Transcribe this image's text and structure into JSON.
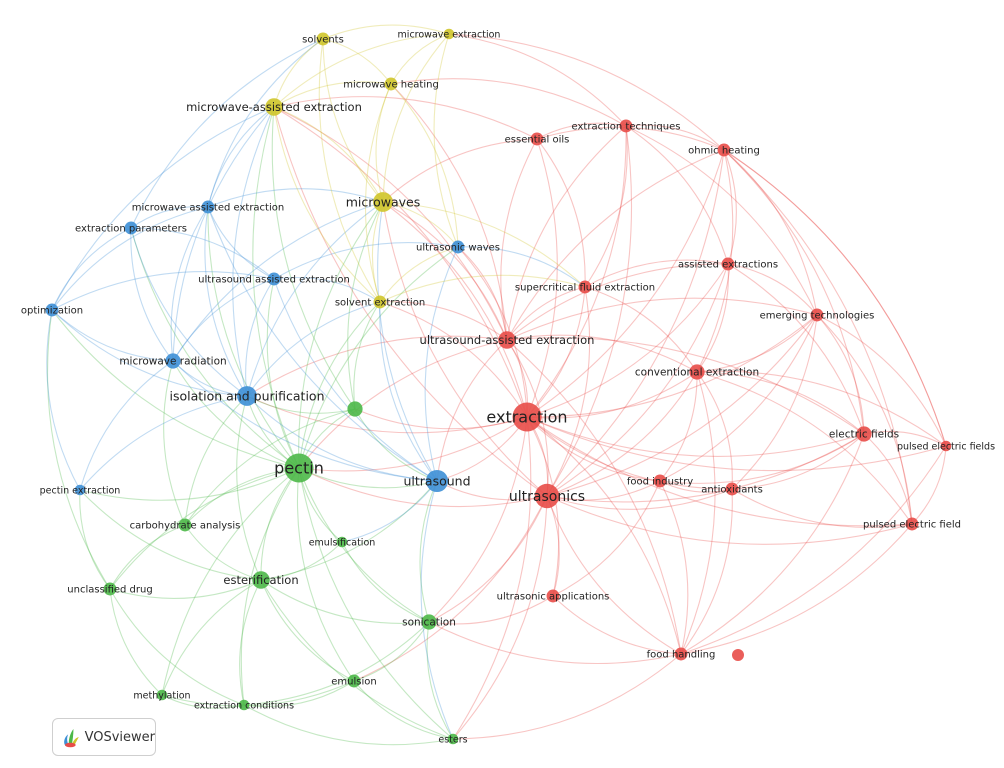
{
  "colors": {
    "red": "#e84c48",
    "green": "#4cb848",
    "blue": "#3d8fd6",
    "yellow": "#cfc52a"
  },
  "logo": {
    "text": "VOSviewer"
  },
  "nodes": [
    {
      "id": "extraction",
      "label": "extraction",
      "cluster": "red",
      "weight": 10
    },
    {
      "id": "ultrasonics",
      "label": "ultrasonics",
      "cluster": "red",
      "weight": 8
    },
    {
      "id": "uae",
      "label": "ultrasound-assisted extraction",
      "cluster": "red",
      "weight": 5
    },
    {
      "id": "conv",
      "label": "conventional extraction",
      "cluster": "red",
      "weight": 4
    },
    {
      "id": "efields",
      "label": "electric fields",
      "cluster": "red",
      "weight": 4
    },
    {
      "id": "pefields",
      "label": "pulsed electric fields",
      "cluster": "red",
      "weight": 2
    },
    {
      "id": "pefield",
      "label": "pulsed electric field",
      "cluster": "red",
      "weight": 3
    },
    {
      "id": "emerg",
      "label": "emerging technologies",
      "cluster": "red",
      "weight": 3
    },
    {
      "id": "assisted",
      "label": "assisted extractions",
      "cluster": "red",
      "weight": 3
    },
    {
      "id": "scfe",
      "label": "supercritical fluid extraction",
      "cluster": "red",
      "weight": 3
    },
    {
      "id": "ohmic",
      "label": "ohmic heating",
      "cluster": "red",
      "weight": 3
    },
    {
      "id": "exttech",
      "label": "extraction techniques",
      "cluster": "red",
      "weight": 3
    },
    {
      "id": "essoils",
      "label": "essential oils",
      "cluster": "red",
      "weight": 3
    },
    {
      "id": "foodind",
      "label": "food industry",
      "cluster": "red",
      "weight": 3
    },
    {
      "id": "antiox",
      "label": "antioxidants",
      "cluster": "red",
      "weight": 3
    },
    {
      "id": "ultapp",
      "label": "ultrasonic applications",
      "cluster": "red",
      "weight": 3
    },
    {
      "id": "foodhand",
      "label": "food handling",
      "cluster": "red",
      "weight": 3
    },
    {
      "id": "pectin",
      "label": "pectin",
      "cluster": "green",
      "weight": 10
    },
    {
      "id": "esterif",
      "label": "esterification",
      "cluster": "green",
      "weight": 5
    },
    {
      "id": "carbo",
      "label": "carbohydrate analysis",
      "cluster": "green",
      "weight": 3
    },
    {
      "id": "emulsif",
      "label": "emulsification",
      "cluster": "green",
      "weight": 2
    },
    {
      "id": "sonic",
      "label": "sonication",
      "cluster": "green",
      "weight": 4
    },
    {
      "id": "emulsion",
      "label": "emulsion",
      "cluster": "green",
      "weight": 3
    },
    {
      "id": "esters",
      "label": "esters",
      "cluster": "green",
      "weight": 2
    },
    {
      "id": "extcond",
      "label": "extraction conditions",
      "cluster": "green",
      "weight": 2
    },
    {
      "id": "methyl",
      "label": "methylation",
      "cluster": "green",
      "weight": 2
    },
    {
      "id": "unclass",
      "label": "unclassified drug",
      "cluster": "green",
      "weight": 3
    },
    {
      "id": "gnode",
      "label": "",
      "cluster": "green",
      "weight": 4
    },
    {
      "id": "ultrasound",
      "label": "ultrasound",
      "cluster": "blue",
      "weight": 7
    },
    {
      "id": "isopur",
      "label": "isolation and purification",
      "cluster": "blue",
      "weight": 6
    },
    {
      "id": "mwrad",
      "label": "microwave radiation",
      "cluster": "blue",
      "weight": 4
    },
    {
      "id": "optim",
      "label": "optimization",
      "cluster": "blue",
      "weight": 3
    },
    {
      "id": "extparam",
      "label": "extraction parameters",
      "cluster": "blue",
      "weight": 3
    },
    {
      "id": "mwae_b",
      "label": "microwave assisted extraction",
      "cluster": "blue",
      "weight": 3
    },
    {
      "id": "usae_b",
      "label": "ultrasound assisted extraction",
      "cluster": "blue",
      "weight": 3
    },
    {
      "id": "ultwaves",
      "label": "ultrasonic waves",
      "cluster": "blue",
      "weight": 3
    },
    {
      "id": "pectext",
      "label": "pectin extraction",
      "cluster": "blue",
      "weight": 2
    },
    {
      "id": "microwaves",
      "label": "microwaves",
      "cluster": "yellow",
      "weight": 6
    },
    {
      "id": "mwae_y",
      "label": "microwave-assisted extraction",
      "cluster": "yellow",
      "weight": 5
    },
    {
      "id": "solvents",
      "label": "solvents",
      "cluster": "yellow",
      "weight": 3
    },
    {
      "id": "mwext",
      "label": "microwave extraction",
      "cluster": "yellow",
      "weight": 2
    },
    {
      "id": "mwheat",
      "label": "microwave heating",
      "cluster": "yellow",
      "weight": 3
    },
    {
      "id": "solvext",
      "label": "solvent extraction",
      "cluster": "yellow",
      "weight": 3
    }
  ],
  "links": [
    [
      "extraction",
      "ultrasonics"
    ],
    [
      "extraction",
      "uae"
    ],
    [
      "extraction",
      "conv"
    ],
    [
      "extraction",
      "efields"
    ],
    [
      "extraction",
      "pefields"
    ],
    [
      "extraction",
      "pefield"
    ],
    [
      "extraction",
      "emerg"
    ],
    [
      "extraction",
      "assisted"
    ],
    [
      "extraction",
      "scfe"
    ],
    [
      "extraction",
      "ohmic"
    ],
    [
      "extraction",
      "exttech"
    ],
    [
      "extraction",
      "essoils"
    ],
    [
      "extraction",
      "foodind"
    ],
    [
      "extraction",
      "antiox"
    ],
    [
      "extraction",
      "ultapp"
    ],
    [
      "extraction",
      "foodhand"
    ],
    [
      "extraction",
      "pectin"
    ],
    [
      "extraction",
      "ultrasound"
    ],
    [
      "extraction",
      "isopur"
    ],
    [
      "extraction",
      "microwaves"
    ],
    [
      "extraction",
      "mwae_y"
    ],
    [
      "extraction",
      "solvext"
    ],
    [
      "extraction",
      "ultwaves"
    ],
    [
      "extraction",
      "sonic"
    ],
    [
      "extraction",
      "esters"
    ],
    [
      "extraction",
      "gnode"
    ],
    [
      "ultrasonics",
      "uae"
    ],
    [
      "ultrasonics",
      "conv"
    ],
    [
      "ultrasonics",
      "efields"
    ],
    [
      "ultrasonics",
      "foodind"
    ],
    [
      "ultrasonics",
      "antiox"
    ],
    [
      "ultrasonics",
      "ultapp"
    ],
    [
      "ultrasonics",
      "foodhand"
    ],
    [
      "ultrasonics",
      "pefield"
    ],
    [
      "ultrasonics",
      "emerg"
    ],
    [
      "ultrasonics",
      "assisted"
    ],
    [
      "ultrasonics",
      "ohmic"
    ],
    [
      "ultrasonics",
      "exttech"
    ],
    [
      "ultrasonics",
      "pectin"
    ],
    [
      "ultrasonics",
      "ultrasound"
    ],
    [
      "ultrasonics",
      "sonic"
    ],
    [
      "ultrasonics",
      "emulsion"
    ],
    [
      "ultrasonics",
      "esters"
    ],
    [
      "ultrasonics",
      "microwaves"
    ],
    [
      "ultrasonics",
      "scfe"
    ],
    [
      "ultrasonics",
      "mwae_y"
    ],
    [
      "uae",
      "conv"
    ],
    [
      "uae",
      "scfe"
    ],
    [
      "uae",
      "exttech"
    ],
    [
      "uae",
      "essoils"
    ],
    [
      "uae",
      "assisted"
    ],
    [
      "uae",
      "emerg"
    ],
    [
      "uae",
      "efields"
    ],
    [
      "uae",
      "ohmic"
    ],
    [
      "uae",
      "pectin"
    ],
    [
      "uae",
      "ultrasound"
    ],
    [
      "uae",
      "microwaves"
    ],
    [
      "uae",
      "mwae_y"
    ],
    [
      "uae",
      "solvext"
    ],
    [
      "uae",
      "ultwaves"
    ],
    [
      "uae",
      "isopur"
    ],
    [
      "uae",
      "foodhand"
    ],
    [
      "uae",
      "mwheat"
    ],
    [
      "conv",
      "efields"
    ],
    [
      "conv",
      "emerg"
    ],
    [
      "conv",
      "assisted"
    ],
    [
      "conv",
      "pefield"
    ],
    [
      "conv",
      "pefields"
    ],
    [
      "conv",
      "antiox"
    ],
    [
      "conv",
      "foodind"
    ],
    [
      "conv",
      "ohmic"
    ],
    [
      "conv",
      "foodhand"
    ],
    [
      "conv",
      "scfe"
    ],
    [
      "efields",
      "pefields"
    ],
    [
      "efields",
      "pefield"
    ],
    [
      "efields",
      "emerg"
    ],
    [
      "efields",
      "antiox"
    ],
    [
      "efields",
      "foodind"
    ],
    [
      "efields",
      "ohmic"
    ],
    [
      "efields",
      "assisted"
    ],
    [
      "efields",
      "foodhand"
    ],
    [
      "pefield",
      "pefields"
    ],
    [
      "pefield",
      "emerg"
    ],
    [
      "pefield",
      "foodhand"
    ],
    [
      "pefield",
      "antiox"
    ],
    [
      "pefield",
      "ohmic"
    ],
    [
      "pefields",
      "emerg"
    ],
    [
      "pefields",
      "ohmic"
    ],
    [
      "emerg",
      "assisted"
    ],
    [
      "emerg",
      "ohmic"
    ],
    [
      "emerg",
      "foodind"
    ],
    [
      "emerg",
      "antiox"
    ],
    [
      "emerg",
      "exttech"
    ],
    [
      "assisted",
      "ohmic"
    ],
    [
      "assisted",
      "exttech"
    ],
    [
      "assisted",
      "scfe"
    ],
    [
      "ohmic",
      "exttech"
    ],
    [
      "ohmic",
      "essoils"
    ],
    [
      "ohmic",
      "mwext"
    ],
    [
      "ohmic",
      "pefields"
    ],
    [
      "exttech",
      "essoils"
    ],
    [
      "exttech",
      "scfe"
    ],
    [
      "exttech",
      "mwheat"
    ],
    [
      "exttech",
      "mwext"
    ],
    [
      "essoils",
      "scfe"
    ],
    [
      "essoils",
      "microwaves"
    ],
    [
      "essoils",
      "mwae_y"
    ],
    [
      "foodind",
      "antiox"
    ],
    [
      "foodind",
      "foodhand"
    ],
    [
      "foodind",
      "ultapp"
    ],
    [
      "antiox",
      "foodhand"
    ],
    [
      "ultapp",
      "foodhand"
    ],
    [
      "ultapp",
      "sonic"
    ],
    [
      "foodhand",
      "esters"
    ],
    [
      "foodhand",
      "sonic"
    ],
    [
      "foodhand",
      "pefields"
    ],
    [
      "pectin",
      "esterif"
    ],
    [
      "pectin",
      "carbo"
    ],
    [
      "pectin",
      "emulsif"
    ],
    [
      "pectin",
      "sonic"
    ],
    [
      "pectin",
      "emulsion"
    ],
    [
      "pectin",
      "esters"
    ],
    [
      "pectin",
      "extcond"
    ],
    [
      "pectin",
      "methyl"
    ],
    [
      "pectin",
      "unclass"
    ],
    [
      "pectin",
      "gnode"
    ],
    [
      "pectin",
      "ultrasound"
    ],
    [
      "pectin",
      "isopur"
    ],
    [
      "pectin",
      "mwrad"
    ],
    [
      "pectin",
      "optim"
    ],
    [
      "pectin",
      "extparam"
    ],
    [
      "pectin",
      "mwae_b"
    ],
    [
      "pectin",
      "usae_b"
    ],
    [
      "pectin",
      "pectext"
    ],
    [
      "pectin",
      "microwaves"
    ],
    [
      "pectin",
      "mwae_y"
    ],
    [
      "pectin",
      "solvext"
    ],
    [
      "pectin",
      "ultwaves"
    ],
    [
      "esterif",
      "carbo"
    ],
    [
      "esterif",
      "emulsif"
    ],
    [
      "esterif",
      "sonic"
    ],
    [
      "esterif",
      "emulsion"
    ],
    [
      "esterif",
      "extcond"
    ],
    [
      "esterif",
      "methyl"
    ],
    [
      "esterif",
      "unclass"
    ],
    [
      "esterif",
      "isopur"
    ],
    [
      "esterif",
      "ultrasound"
    ],
    [
      "esterif",
      "esters"
    ],
    [
      "esterif",
      "pectext"
    ],
    [
      "carbo",
      "unclass"
    ],
    [
      "carbo",
      "isopur"
    ],
    [
      "carbo",
      "mwrad"
    ],
    [
      "carbo",
      "gnode"
    ],
    [
      "sonic",
      "emulsion"
    ],
    [
      "sonic",
      "esters"
    ],
    [
      "sonic",
      "ultrasound"
    ],
    [
      "sonic",
      "emulsif"
    ],
    [
      "sonic",
      "extcond"
    ],
    [
      "emulsion",
      "esters"
    ],
    [
      "emulsion",
      "methyl"
    ],
    [
      "emulsion",
      "extcond"
    ],
    [
      "unclass",
      "methyl"
    ],
    [
      "unclass",
      "extcond"
    ],
    [
      "unclass",
      "optim"
    ],
    [
      "unclass",
      "pectext"
    ],
    [
      "methyl",
      "extcond"
    ],
    [
      "extcond",
      "esters"
    ],
    [
      "gnode",
      "isopur"
    ],
    [
      "gnode",
      "ultrasound"
    ],
    [
      "gnode",
      "mwae_y"
    ],
    [
      "gnode",
      "solvext"
    ],
    [
      "gnode",
      "microwaves"
    ],
    [
      "ultrasound",
      "isopur"
    ],
    [
      "ultrasound",
      "mwrad"
    ],
    [
      "ultrasound",
      "ultwaves"
    ],
    [
      "ultrasound",
      "usae_b"
    ],
    [
      "ultrasound",
      "mwae_b"
    ],
    [
      "ultrasound",
      "microwaves"
    ],
    [
      "ultrasound",
      "solvext"
    ],
    [
      "ultrasound",
      "emulsif"
    ],
    [
      "ultrasound",
      "esters"
    ],
    [
      "isopur",
      "mwrad"
    ],
    [
      "isopur",
      "optim"
    ],
    [
      "isopur",
      "extparam"
    ],
    [
      "isopur",
      "mwae_b"
    ],
    [
      "isopur",
      "usae_b"
    ],
    [
      "isopur",
      "microwaves"
    ],
    [
      "isopur",
      "mwae_y"
    ],
    [
      "isopur",
      "pectext"
    ],
    [
      "isopur",
      "solvext"
    ],
    [
      "mwrad",
      "optim"
    ],
    [
      "mwrad",
      "extparam"
    ],
    [
      "mwrad",
      "mwae_b"
    ],
    [
      "mwrad",
      "usae_b"
    ],
    [
      "mwrad",
      "microwaves"
    ],
    [
      "mwrad",
      "mwae_y"
    ],
    [
      "optim",
      "extparam"
    ],
    [
      "optim",
      "mwae_b"
    ],
    [
      "optim",
      "usae_b"
    ],
    [
      "optim",
      "pectext"
    ],
    [
      "optim",
      "mwae_y"
    ],
    [
      "extparam",
      "mwae_b"
    ],
    [
      "extparam",
      "usae_b"
    ],
    [
      "extparam",
      "solvents"
    ],
    [
      "mwae_b",
      "usae_b"
    ],
    [
      "mwae_b",
      "microwaves"
    ],
    [
      "mwae_b",
      "mwae_y"
    ],
    [
      "mwae_b",
      "solvents"
    ],
    [
      "usae_b",
      "ultwaves"
    ],
    [
      "usae_b",
      "solvext"
    ],
    [
      "pectext",
      "mwrad"
    ],
    [
      "microwaves",
      "mwae_y"
    ],
    [
      "microwaves",
      "solvents"
    ],
    [
      "microwaves",
      "mwext"
    ],
    [
      "microwaves",
      "mwheat"
    ],
    [
      "microwaves",
      "solvext"
    ],
    [
      "microwaves",
      "ultwaves"
    ],
    [
      "microwaves",
      "scfe"
    ],
    [
      "mwae_y",
      "solvents"
    ],
    [
      "mwae_y",
      "mwext"
    ],
    [
      "mwae_y",
      "mwheat"
    ],
    [
      "mwae_y",
      "solvext"
    ],
    [
      "solvents",
      "mwext"
    ],
    [
      "solvents",
      "mwheat"
    ],
    [
      "solvents",
      "solvext"
    ],
    [
      "mwext",
      "mwheat"
    ],
    [
      "mwext",
      "ultwaves"
    ],
    [
      "mwheat",
      "solvext"
    ],
    [
      "mwheat",
      "ultwaves"
    ],
    [
      "solvext",
      "ultwaves"
    ],
    [
      "solvext",
      "scfe"
    ],
    [
      "ultwaves",
      "scfe"
    ]
  ]
}
